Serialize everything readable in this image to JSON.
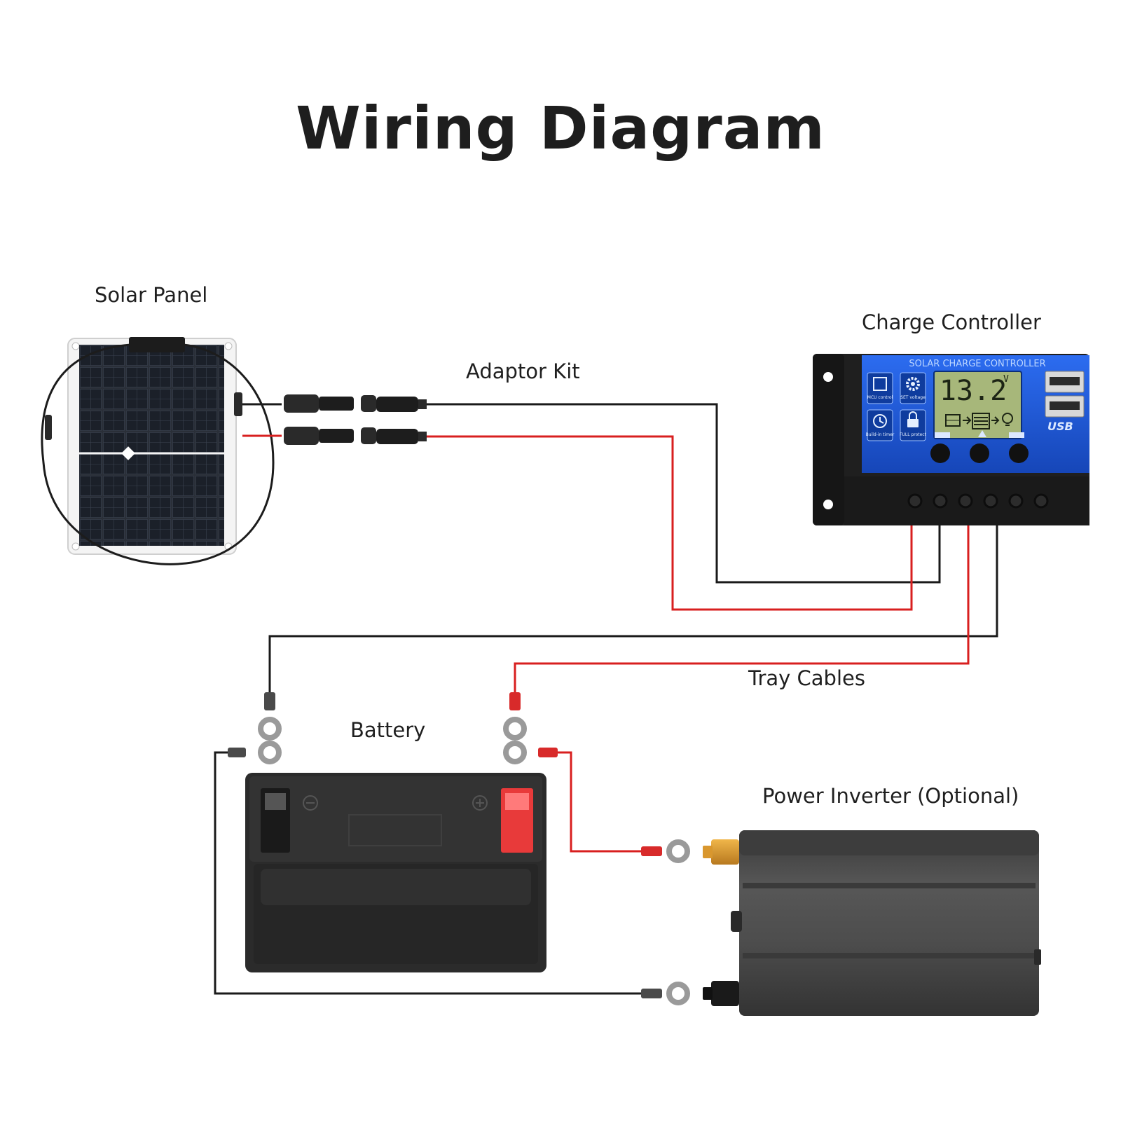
{
  "title": "Wiring Diagram",
  "labels": {
    "solar_panel": "Solar Panel",
    "adaptor_kit": "Adaptor Kit",
    "charge_controller": "Charge Controller",
    "tray_cables": "Tray Cables",
    "battery": "Battery",
    "power_inverter": "Power Inverter (Optional)"
  },
  "controller": {
    "header": "SOLAR CHARGE CONTROLLER",
    "lcd_value": "13.2",
    "lcd_unit": "V",
    "usb_label": "USB",
    "icon_captions": [
      "MCU control",
      "SET voltage",
      "Build-in timer",
      "FULL protect"
    ]
  },
  "colors": {
    "positive_wire": "#d81f1f",
    "negative_wire": "#1a1a1a",
    "controller_panel": "#1a55d6",
    "lcd_screen": "#a7b77a",
    "battery_body": "#2b2b2b",
    "battery_positive_terminal": "#e83a3a",
    "inverter_body": "#4a4a4a",
    "inverter_positive_terminal": "#d9972e"
  },
  "icons": [
    "mcu-chip-icon",
    "gear-icon",
    "clock-icon",
    "lock-icon",
    "pv-icon",
    "battery-icon",
    "bulb-icon",
    "usb-port-icon"
  ]
}
